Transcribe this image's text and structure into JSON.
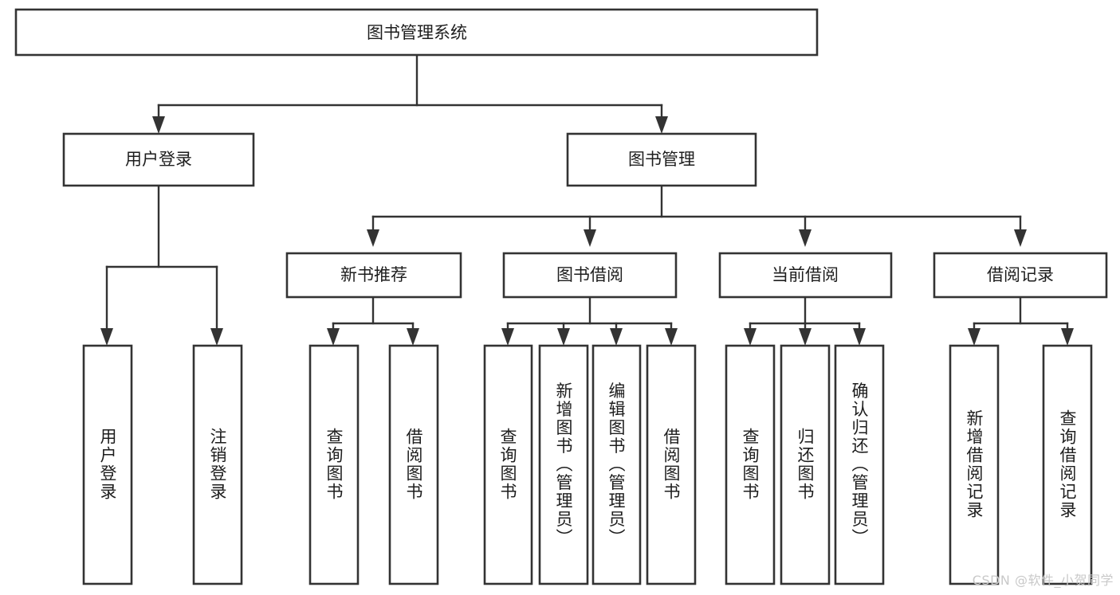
{
  "diagram": {
    "title": "图书管理系统",
    "type": "tree",
    "orientation": "top-down",
    "colors": {
      "box_stroke": "#333333",
      "box_fill": "#ffffff",
      "connector": "#333333",
      "text": "#1d1d1d",
      "background": "#ffffff",
      "watermark": "#c9c9c9"
    },
    "root": {
      "label": "图书管理系统"
    },
    "level2": [
      {
        "label": "用户登录"
      },
      {
        "label": "图书管理"
      }
    ],
    "level3": [
      {
        "label": "新书推荐"
      },
      {
        "label": "图书借阅"
      },
      {
        "label": "当前借阅"
      },
      {
        "label": "借阅记录"
      }
    ],
    "leaves": {
      "user_login": [
        "用户登录",
        "注销登录"
      ],
      "new_book_recommend": [
        "查询图书",
        "借阅图书"
      ],
      "book_borrow": [
        "查询图书",
        "新增图书（管理员）",
        "编辑图书（管理员）",
        "借阅图书"
      ],
      "current_borrow": [
        "查询图书",
        "归还图书",
        "确认归还（管理员）"
      ],
      "borrow_record": [
        "新增借阅记录",
        "查询借阅记录"
      ]
    }
  },
  "watermark": {
    "text": "CSDN @软件_小贺同学"
  }
}
